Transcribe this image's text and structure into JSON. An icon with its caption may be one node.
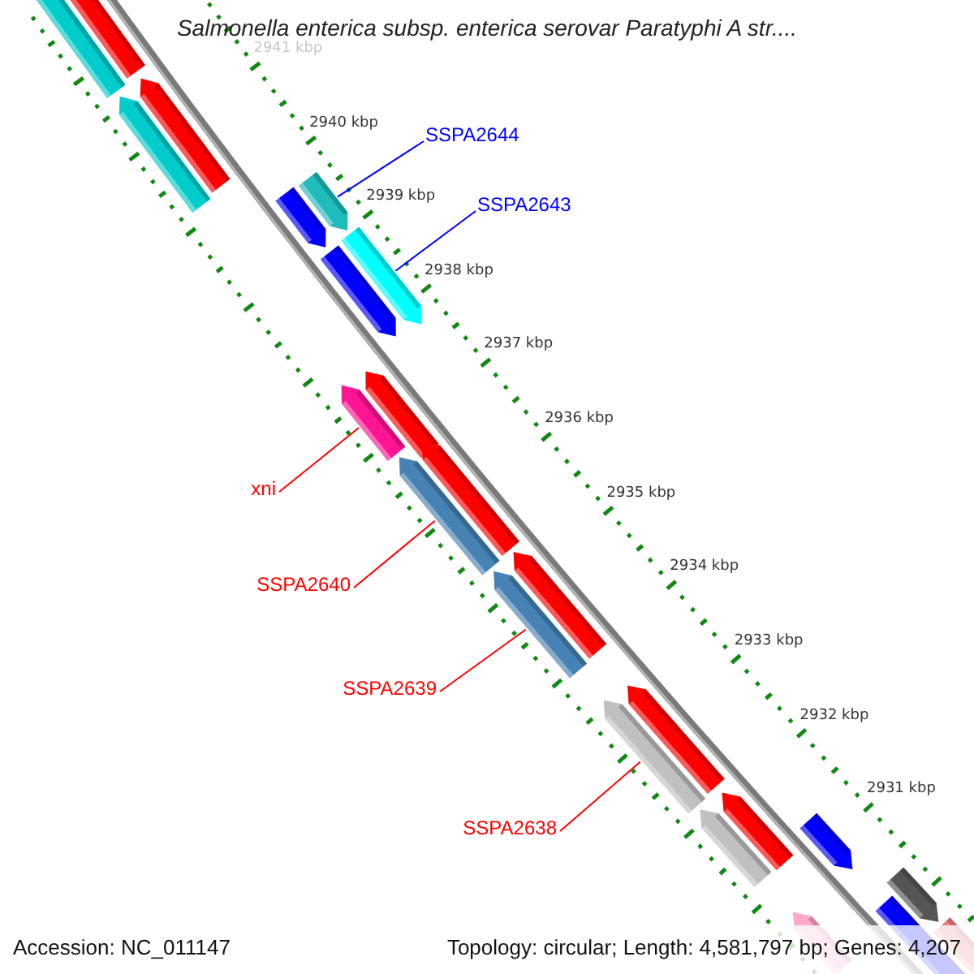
{
  "diagram": {
    "title": "Salmonella enterica subsp. enterica serovar Paratyphi A str....",
    "nodes": [
      {
        "text": [
          "SSPA2644"
        ]
      },
      {
        "text": [
          "SSPA2643"
        ]
      },
      {
        "text": [
          "xni"
        ]
      },
      {
        "text": [
          "SSPA2640"
        ]
      },
      {
        "text": [
          "SSPA2639"
        ]
      },
      {
        "text": [
          "SSPA2638"
        ]
      },
      {
        "text": [],
        "shape": "bar"
      },
      {
        "text": [],
        "shape": "bar"
      },
      {
        "text": [],
        "shape": "bar"
      },
      {
        "text": [],
        "shape": "bar"
      },
      {
        "text": [],
        "shape": "bar"
      },
      {
        "text": [],
        "shape": "bar"
      }
    ],
    "edges": [
      {
        "from": 0,
        "to": 6,
        "arrow": "none",
        "color": "#0000ff"
      },
      {
        "from": 1,
        "to": 7,
        "arrow": "none",
        "color": "#0000ff"
      },
      {
        "from": 2,
        "to": 8,
        "arrow": "none"
      },
      {
        "from": 3,
        "to": 9,
        "arrow": "none"
      },
      {
        "from": 4,
        "to": 10,
        "arrow": "none"
      },
      {
        "from": 5,
        "to": 11,
        "arrow": "none"
      }
    ],
    "labels": [
      "2941 kbp",
      "2940 kbp",
      "2939 kbp",
      "2938 kbp",
      "2937 kbp",
      "2936 kbp",
      "2935 kbp",
      "2934 kbp",
      "2933 kbp",
      "2932 kbp",
      "2931 kbp",
      "Accession: NC_011147",
      "Topology: circular; Length: 4,581,797 bp; Genes: 4,207"
    ]
  }
}
